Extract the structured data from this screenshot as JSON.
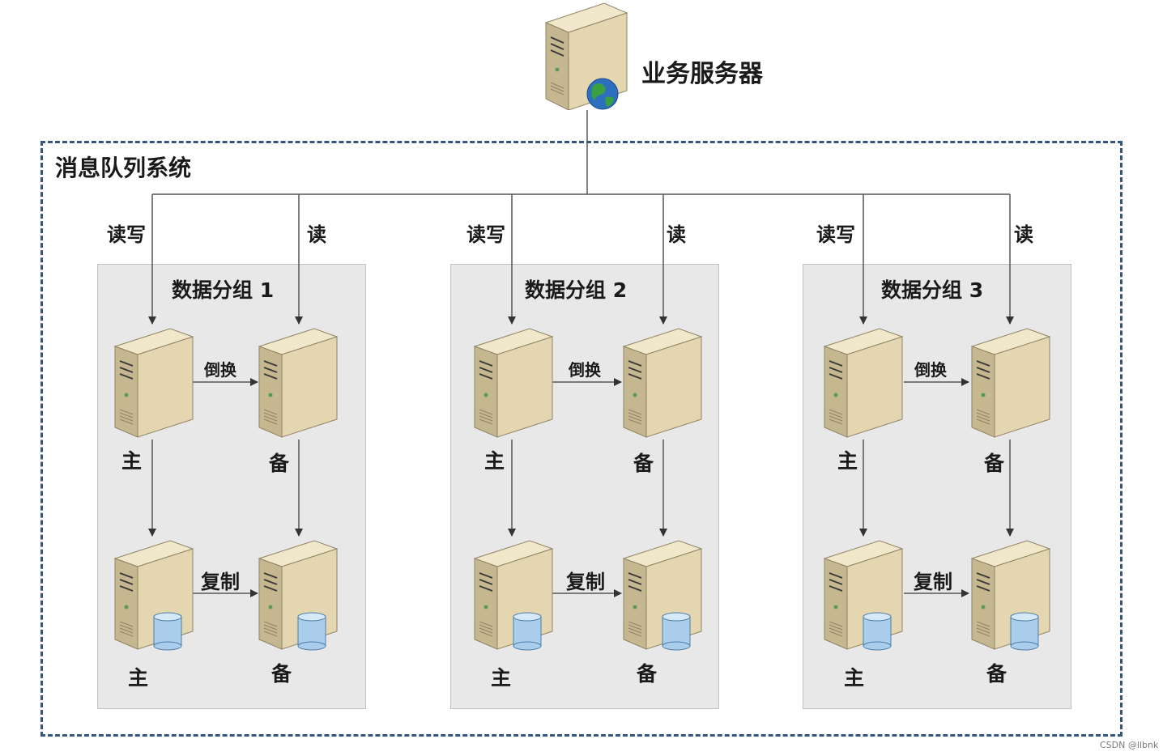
{
  "top_server": {
    "label": "业务服务器",
    "icon": "web-server-icon"
  },
  "system": {
    "label": "消息队列系统"
  },
  "groups": [
    {
      "title": "数据分组 1",
      "edge_rw": "读写",
      "edge_r": "读",
      "failover": "倒换",
      "replicate": "复制",
      "top_primary": "主",
      "top_backup": "备",
      "bottom_primary": "主",
      "bottom_backup": "备"
    },
    {
      "title": "数据分组 2",
      "edge_rw": "读写",
      "edge_r": "读",
      "failover": "倒换",
      "replicate": "复制",
      "top_primary": "主",
      "top_backup": "备",
      "bottom_primary": "主",
      "bottom_backup": "备"
    },
    {
      "title": "数据分组 3",
      "edge_rw": "读写",
      "edge_r": "读",
      "failover": "倒换",
      "replicate": "复制",
      "top_primary": "主",
      "top_backup": "备",
      "bottom_primary": "主",
      "bottom_backup": "备"
    }
  ],
  "watermark": "CSDN @llbnk",
  "colors": {
    "system_border": "#34557e",
    "group_fill": "#e8e8e8",
    "server_body": "#e3d6b0",
    "db": "#a9cdea",
    "arrow": "#333333"
  }
}
